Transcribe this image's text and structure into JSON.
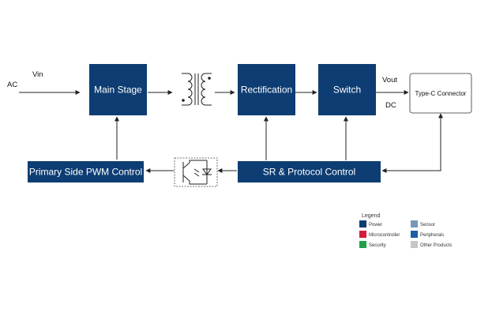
{
  "diagram": {
    "input_label": "AC",
    "vin_label": "Vin",
    "vout_label": "Vout",
    "dc_label": "DC",
    "blocks": {
      "main_stage": "Main Stage",
      "rectification": "Rectification",
      "switch": "Switch",
      "connector": "Type-C Connector",
      "pwm_control": "Primary Side PWM Control",
      "sr_control": "SR & Protocol Control"
    },
    "colors": {
      "power": "#0d3d73",
      "microcontroller": "#d41c3c",
      "security": "#21a04a",
      "sensor": "#7a95b5",
      "peripherals": "#1b5fa6",
      "other": "#c6c6c6"
    }
  },
  "legend": {
    "title": "Legend",
    "items": [
      {
        "label": "Power",
        "color": "#0d3d73"
      },
      {
        "label": "Sensor",
        "color": "#7a95b5"
      },
      {
        "label": "Microcontroller",
        "color": "#d41c3c"
      },
      {
        "label": "Peripherals",
        "color": "#1b5fa6"
      },
      {
        "label": "Security",
        "color": "#21a04a"
      },
      {
        "label": "Other Products",
        "color": "#c6c6c6"
      }
    ]
  }
}
